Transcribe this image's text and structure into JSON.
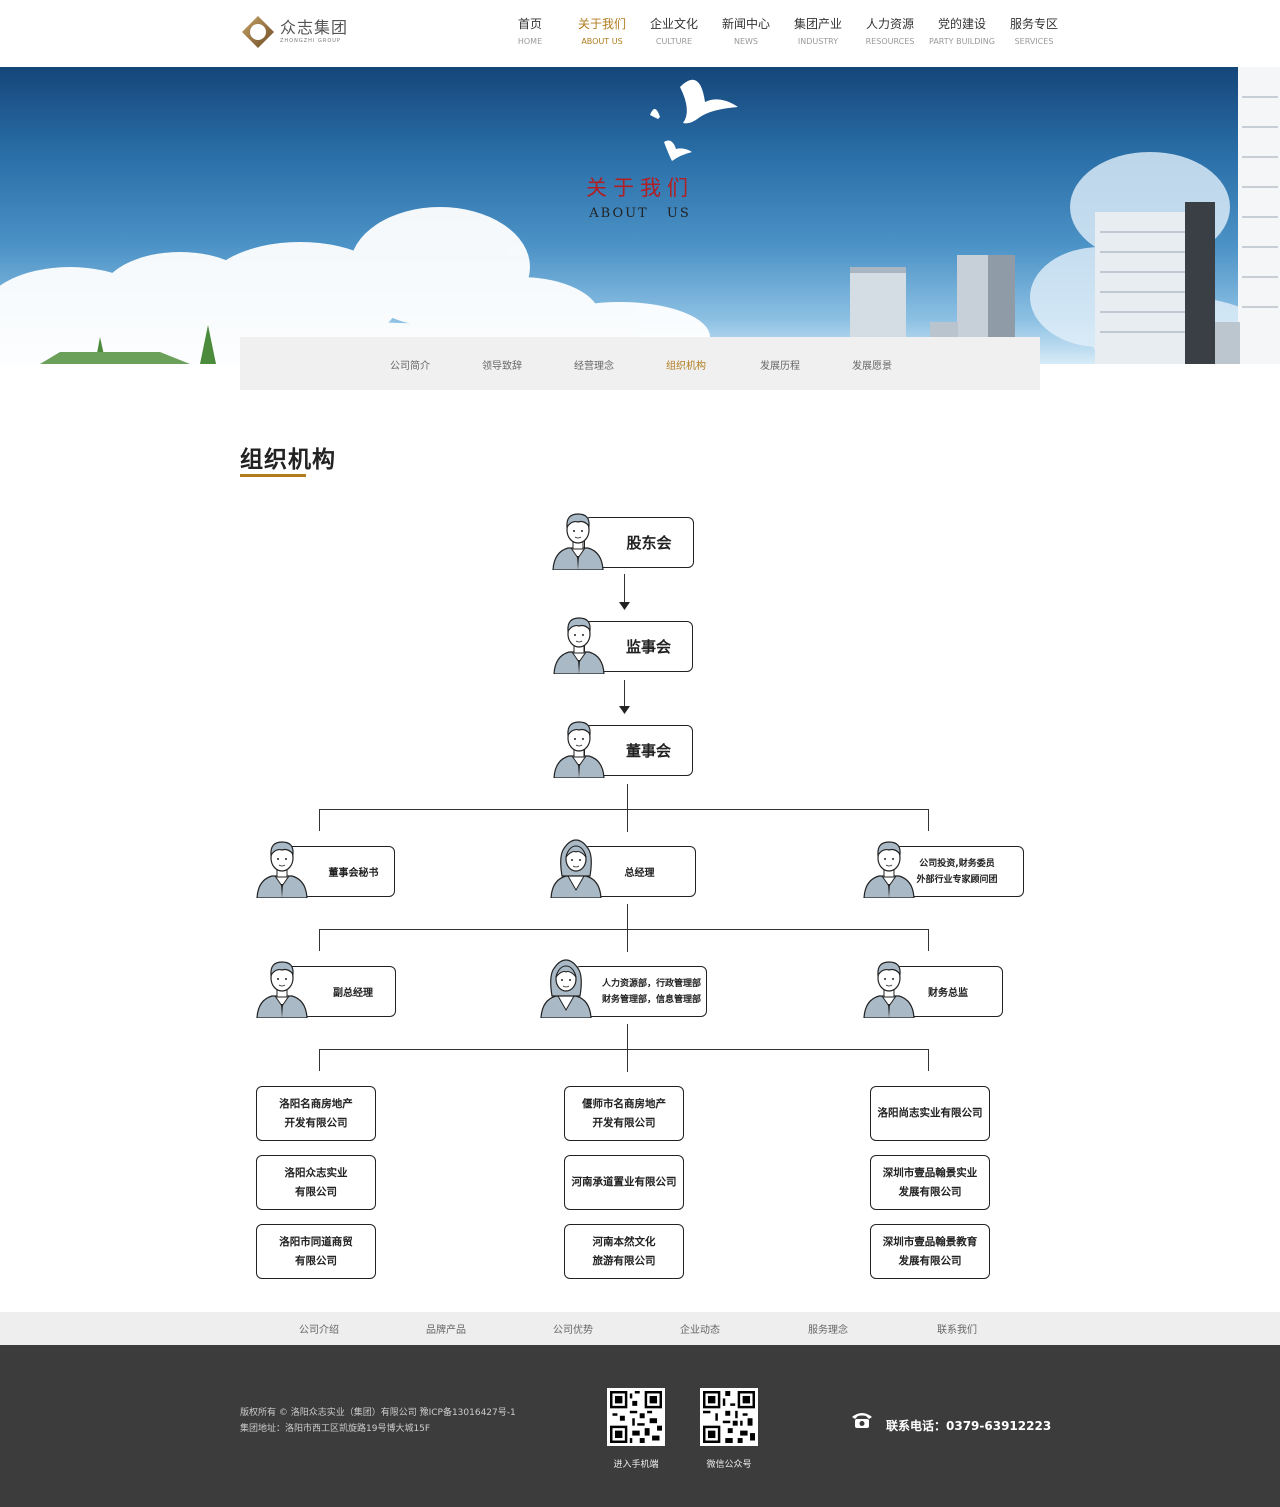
{
  "header": {
    "logo_cn": "众志集团",
    "logo_en": "ZHONGZHI GROUP",
    "nav": [
      {
        "cn": "首页",
        "en": "HOME",
        "active": false
      },
      {
        "cn": "关于我们",
        "en": "ABOUT US",
        "active": true
      },
      {
        "cn": "企业文化",
        "en": "CULTURE",
        "active": false
      },
      {
        "cn": "新闻中心",
        "en": "NEWS",
        "active": false
      },
      {
        "cn": "集团产业",
        "en": "INDUSTRY",
        "active": false
      },
      {
        "cn": "人力资源",
        "en": "RESOURCES",
        "active": false
      },
      {
        "cn": "党的建设",
        "en": "PARTY BUILDING",
        "active": false
      },
      {
        "cn": "服务专区",
        "en": "SERVICES",
        "active": false
      }
    ],
    "accent_color": "#b07c1e"
  },
  "banner": {
    "title": "关于我们",
    "subtitle": "ABOUT US"
  },
  "subnav": {
    "items": [
      "公司简介",
      "领导致辞",
      "经营理念",
      "组织机构",
      "发展历程",
      "发展愿景"
    ],
    "active": "组织机构"
  },
  "section": {
    "title": "组织机构"
  },
  "org": {
    "level1": "股东会",
    "level2": "监事会",
    "level3": "董事会",
    "level4": {
      "left": "董事会秘书",
      "center": "总经理",
      "right_line1": "公司投资,财务委员",
      "right_line2": "外部行业专家顾问团"
    },
    "level5": {
      "left": "副总经理",
      "center_line1": "人力资源部，行政管理部",
      "center_line2": "财务管理部，信息管理部",
      "right": "财务总监"
    },
    "companies": {
      "left": [
        {
          "l1": "洛阳名商房地产",
          "l2": "开发有限公司"
        },
        {
          "l1": "洛阳众志实业",
          "l2": "有限公司"
        },
        {
          "l1": "洛阳市同道商贸",
          "l2": "有限公司"
        }
      ],
      "center": [
        {
          "l1": "偃师市名商房地产",
          "l2": "开发有限公司"
        },
        {
          "l1": "河南承道置业有限公司",
          "l2": ""
        },
        {
          "l1": "河南本然文化",
          "l2": "旅游有限公司"
        }
      ],
      "right": [
        {
          "l1": "洛阳尚志实业有限公司",
          "l2": ""
        },
        {
          "l1": "深圳市壹品翰景实业",
          "l2": "发展有限公司"
        },
        {
          "l1": "深圳市壹品翰景教育",
          "l2": "发展有限公司"
        }
      ]
    }
  },
  "footer_links": [
    "公司介绍",
    "品牌产品",
    "公司优势",
    "企业动态",
    "服务理念",
    "联系我们"
  ],
  "footer": {
    "copyright": "版权所有 © 洛阳众志实业（集团）有限公司  豫ICP备13016427号-1",
    "address": "集团地址：洛阳市西工区凯旋路19号博大城15F",
    "qr1_label": "进入手机端",
    "qr2_label": "微信公众号",
    "phone": "联系电话：0379-63912223"
  }
}
